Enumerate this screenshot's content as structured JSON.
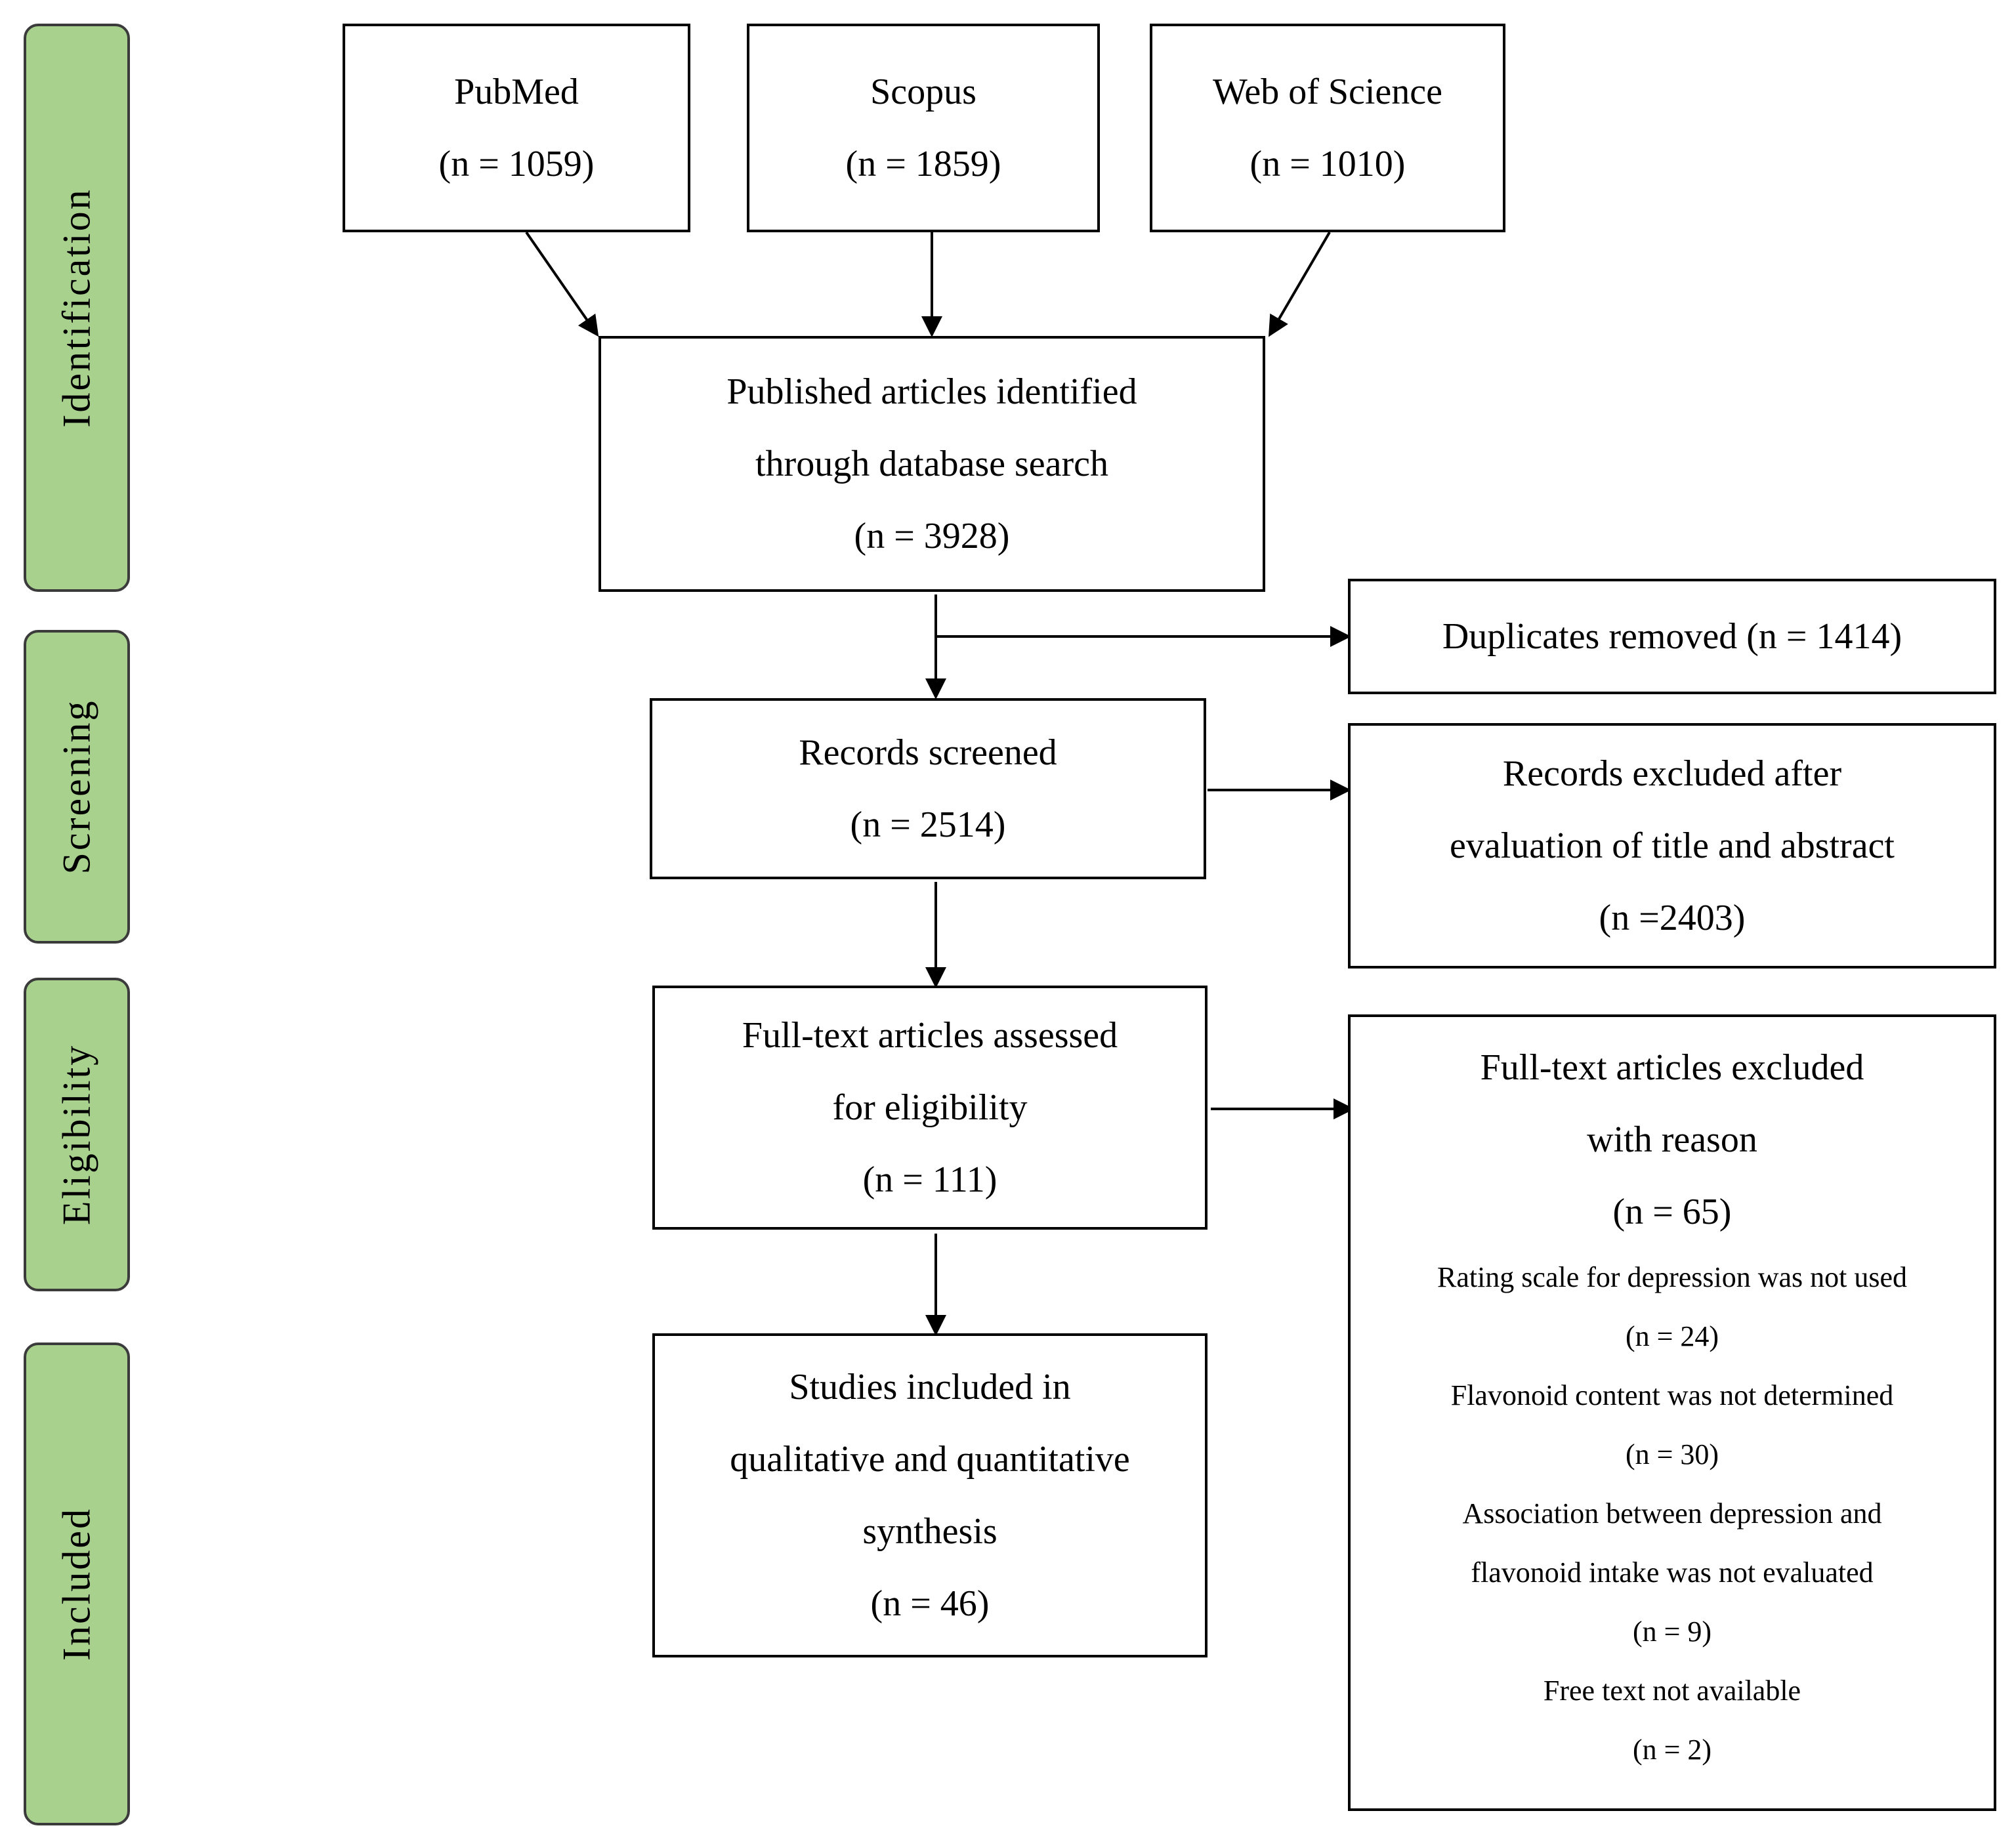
{
  "phases": {
    "identification": "Identification",
    "screening": "Screening",
    "eligibility": "Eligibility",
    "included": "Included"
  },
  "sources": [
    {
      "name": "PubMed",
      "count": "(n = 1059)"
    },
    {
      "name": "Scopus",
      "count": "(n = 1859)"
    },
    {
      "name": "Web of Science",
      "count": "(n = 1010)"
    }
  ],
  "identified": {
    "line1": "Published articles identified",
    "line2": "through database search",
    "count": "(n = 3928)"
  },
  "duplicates": {
    "text": "Duplicates removed (n = 1414)"
  },
  "screened": {
    "line1": "Records screened",
    "count": "(n = 2514)"
  },
  "excluded_screening": {
    "line1": "Records excluded after",
    "line2": "evaluation of title and abstract",
    "count": "(n =2403)"
  },
  "fulltext": {
    "line1": "Full-text articles assessed",
    "line2": "for eligibility",
    "count": "(n = 111)"
  },
  "excluded_fulltext": {
    "line1": "Full-text articles excluded",
    "line2": "with reason",
    "count": "(n = 65)",
    "reasons": [
      "Rating scale for depression was not used",
      "(n = 24)",
      "Flavonoid content was not determined",
      "(n = 30)",
      "Association between depression and",
      "flavonoid intake was not evaluated",
      "(n = 9)",
      "Free text not available",
      "(n = 2)"
    ]
  },
  "included": {
    "line1": "Studies included in",
    "line2": "qualitative and quantitative",
    "line3": "synthesis",
    "count": "(n = 46)"
  }
}
